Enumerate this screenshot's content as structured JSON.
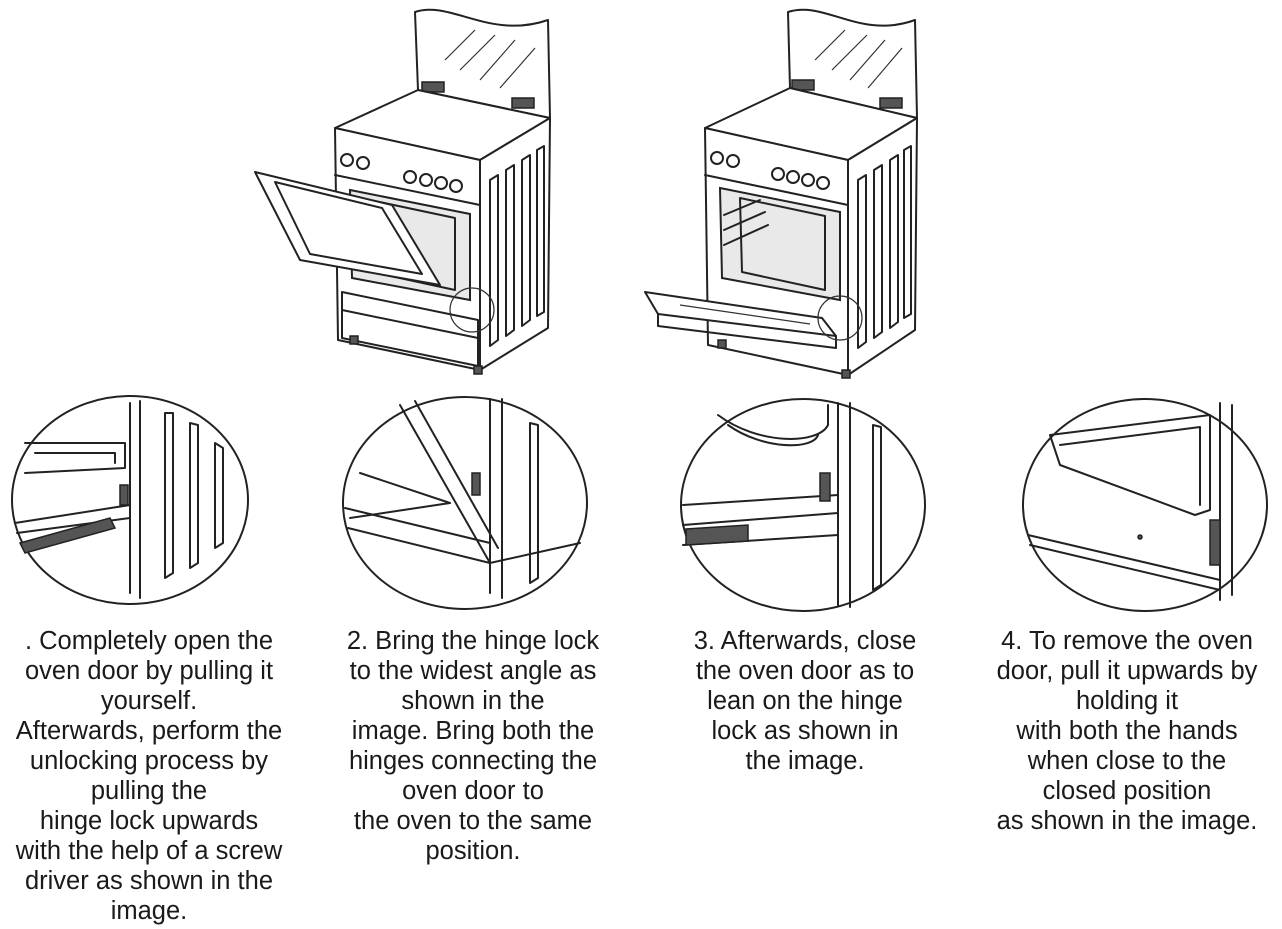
{
  "steps": [
    {
      "text": ". Completely open the\noven door by pulling it\nyourself.\nAfterwards, perform the\nunlocking process by\npulling the\nhinge lock upwards\nwith the help of a screw\ndriver as shown in the\nimage."
    },
    {
      "text": "2. Bring the hinge lock\nto the widest angle as\nshown in the\nimage. Bring both the\nhinges connecting the\noven door to\nthe oven to the same\nposition."
    },
    {
      "text": "3. Afterwards, close\nthe oven door as to\nlean on the hinge\nlock as shown in\nthe image."
    },
    {
      "text": "4. To remove the oven\ndoor, pull it upwards by\nholding it\nwith both the hands\nwhen close to the\nclosed position\nas shown in the image."
    }
  ]
}
